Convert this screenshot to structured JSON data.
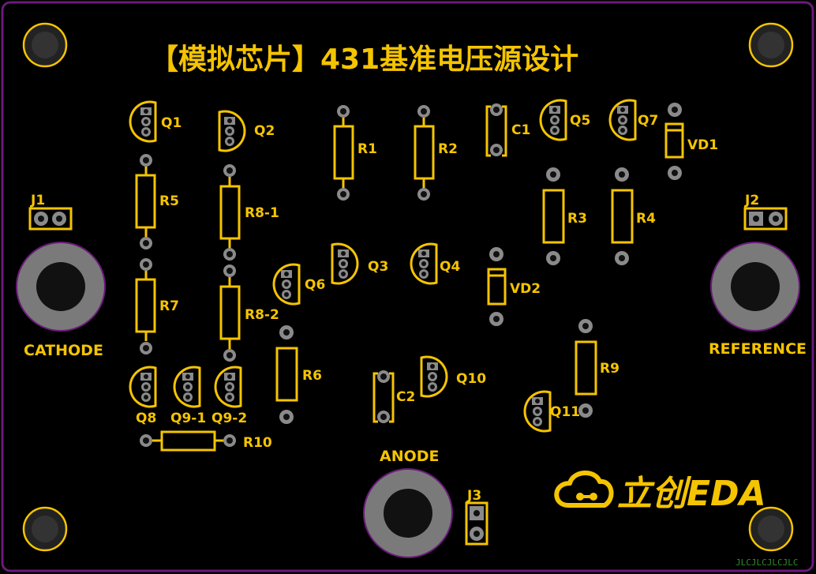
{
  "title": "【模拟芯片】431基准电压源设计",
  "logo_text": "立创EDA",
  "board_marks": "JLCJLCJLCJLC",
  "colors": {
    "board": "#000000",
    "outline": "#6a1a7a",
    "silkscreen": "#f5c400",
    "pad": "#8a8a8a",
    "terminal": "#7a7a7a"
  },
  "terminals": {
    "cathode": "CATHODE",
    "reference": "REFERENCE",
    "anode": "ANODE"
  },
  "connectors": {
    "j1": "J1",
    "j2": "J2",
    "j3": "J3"
  },
  "transistors": {
    "q1": "Q1",
    "q2": "Q2",
    "q3": "Q3",
    "q4": "Q4",
    "q5": "Q5",
    "q6": "Q6",
    "q7": "Q7",
    "q8": "Q8",
    "q9_1": "Q9-1",
    "q9_2": "Q9-2",
    "q10": "Q10",
    "q11": "Q11"
  },
  "resistors": {
    "r1": "R1",
    "r2": "R2",
    "r3": "R3",
    "r4": "R4",
    "r5": "R5",
    "r6": "R6",
    "r7": "R7",
    "r8_1": "R8-1",
    "r8_2": "R8-2",
    "r9": "R9",
    "r10": "R10"
  },
  "capacitors": {
    "c1": "C1",
    "c2": "C2"
  },
  "diodes": {
    "vd1": "VD1",
    "vd2": "VD2"
  }
}
